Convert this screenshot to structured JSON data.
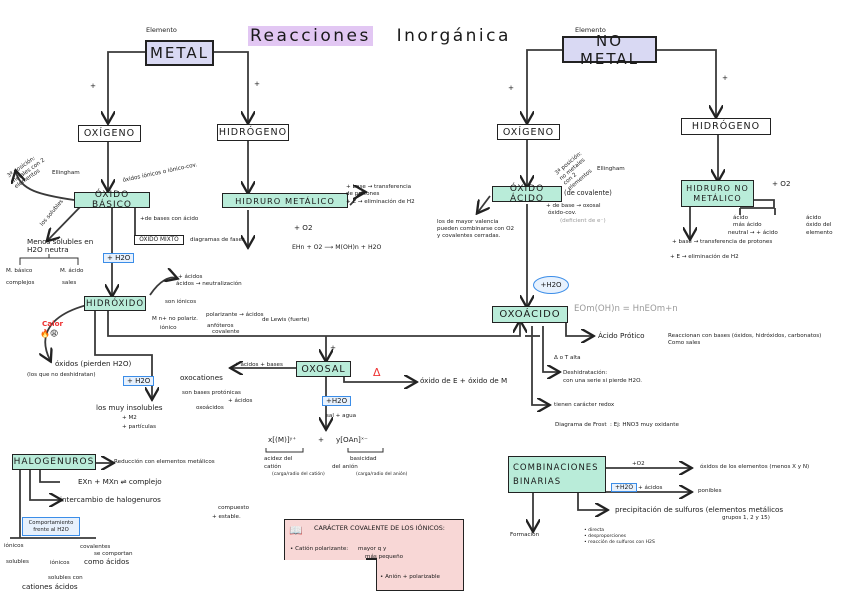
{
  "title": {
    "part1": "Reacciones",
    "part2": "Inorgánica"
  },
  "metal": {
    "caption": "Elemento",
    "label": "METAL",
    "plus_left": "+",
    "plus_right": "+",
    "oxigeno": "OXÍGENO",
    "hidrogeno": "HIDRÓGENO",
    "oxido_basico": {
      "label": "ÓXIDO BÁSICO",
      "note_top": "óxidos iónicos o iónico-cov.",
      "note_left_rotated": "3ª posición: metales con 2 elementos",
      "note_left_arrow": "Ellingham",
      "note_soluble_rot": "los solubles",
      "soluble": [
        "Menos solubles en",
        "H2O neutra"
      ],
      "sub_left": [
        "M. básico",
        "complejos"
      ],
      "sub_right": [
        "M. ácido",
        "sales"
      ],
      "note_mixto": "+de bases con ácido",
      "oxido_mixto": "ÓXIDO MIXTO",
      "mixto_note": "diagramas de fases"
    },
    "plus_h2o_1": "+ H2O",
    "hidroxido": {
      "label": "HIDRÓXIDO",
      "note1": "+ ácidos",
      "note1b": "ácidos → neutralización",
      "note2": "son iónicos",
      "note3": "M n+ no polariz.",
      "note3b": "iónico",
      "note4": "polarizante → ácidos",
      "note4b": "de Lewis (fuerte)",
      "note5": "anfóteros",
      "note5b": "covalente"
    },
    "calor": "Calor",
    "calor_icons": "🔥😩",
    "oxidos_water": "óxidos (pierden H2O)",
    "oxidos_water_note": "(los que no deshidratan)",
    "plus_h2o_2": "+ H2O",
    "insolubles": "los muy insolubles",
    "insolubles_sub": [
      "+ M2",
      "+ partículas"
    ],
    "hidruro_metalico": {
      "label": "HIDRURO METÁLICO",
      "note1": "+ base → transferencia de protones",
      "note2": "+ E → eliminación de H2",
      "plus_o2": "+ O2",
      "reaction": "EHn + O2 ⟶ M(OH)n + H2O"
    }
  },
  "no_metal": {
    "caption": "Elemento",
    "label": "NO METAL",
    "plus_left": "+",
    "plus_right": "+",
    "oxigeno": "OXÍGENO",
    "hidrogeno": "HIDRÓGENO",
    "oxido_acido": {
      "label": "ÓXIDO ÁCIDO",
      "suffix": "(de covalente)",
      "note_rot": "3ª posición: no metales con 2 elementos",
      "ellingham": "Ellingham",
      "left_note": [
        "los de mayor valencia",
        "pueden combinarse con O2",
        "y covalentes cerradas."
      ],
      "right_note": "+ de base → oxosal",
      "right_note_b": "óxido-cov.",
      "right_note_c": "(deficient de e⁻)",
      "oxosal": "oxosal"
    },
    "hidruro_no_metalico": {
      "label": "HIDRURO NO METÁLICO",
      "plus_o2": "+ O2",
      "branch_left": [
        "ácido",
        "más ácido",
        "neutral → + ácido"
      ],
      "branch_right": [
        "ácido",
        "óxido del",
        "elemento"
      ],
      "note1": "+ base → transferencia de protones",
      "note2": "+ E → eliminación de H2"
    },
    "plus_h2o": "+H2O",
    "oxoacido": {
      "label": "OXOÁCIDO",
      "formula": "EOm(OH)n = HnEOm+n",
      "acid_label": "Ácido Prótico",
      "acid_text": "Reaccionan con bases (óxidos, hidróxidos, carbonatos)",
      "acid_text2": "Como sales",
      "step1": "Δ o T alta",
      "step2": "Deshidratación:",
      "step2b": "con una serie si pierde H2O.",
      "step3": "tienen carácter redox",
      "step4": "Diagrama de Frost",
      "step4b": ": Ej: HNO3 muy oxidante"
    }
  },
  "oxosal": {
    "label": "OXOSAL",
    "plus": "+",
    "left_arrow": "+ ácidos + bases",
    "left_items": [
      "oxocationes",
      "son bases protónicas",
      "+ ácidos",
      "oxoácidos"
    ],
    "delta": "Δ",
    "right_result": "óxido de E + óxido de M",
    "plus_h2o": "+H2O",
    "h2o_note": "sal + agua",
    "prod1": "x[(M)]ʸ⁺",
    "plus_mid": "+",
    "prod2": "y[OAn]ˣ⁻",
    "prod1_label": [
      "acidez del",
      "catión"
    ],
    "prod1_sub": "(carga/radio del catión)",
    "prod2_label": [
      "basicidad",
      "del anión"
    ],
    "prod2_sub": "(carga/radio del anión)"
  },
  "halogenuros": {
    "label": "HALOGENUROS",
    "arrow1": "Reducción con elementos metálicos",
    "arrow2": "EXn + MXn ⇌ complejo",
    "arrow3": "intercambio de halogenuros",
    "arrow3_result": [
      "compuesto",
      "+ estable."
    ],
    "tag": [
      "Comportamiento",
      "frente al H2O"
    ],
    "branch": [
      "iónicos",
      "covalentes"
    ],
    "branch_left_sub": "solubles",
    "branch_mid": [
      "iónicos",
      "solubles con",
      "cationes ácidos"
    ],
    "branch_right_sub": [
      "se comportan",
      "como ácidos"
    ]
  },
  "caracter": {
    "icon": "book-icon",
    "title": "CARÁCTER COVALENTE DE LOS IÓNICOS:",
    "item1": "• Catión polarizante:",
    "item1b": "mayor q y",
    "item1c": "más pequeño",
    "item2": "• Anión + polarizable"
  },
  "binarias": {
    "label": "COMBINACIONES BINARIAS",
    "arrow1_label": "+O2",
    "arrow1_result": "óxidos de los elementos (menos X y N)",
    "tag": "+H2O",
    "arrow2_label": "+ ácidos",
    "arrow2_result": "ponibles",
    "arrow3": "precipitación de sulfuros (elementos metálicos",
    "arrow3b": "grupos 1, 2 y 15)",
    "formacion": "Formación",
    "formacion_items": [
      "• directa",
      "• desproporciones",
      "• reacción de sulfuros con H2S"
    ]
  },
  "colors": {
    "lavender": "#d9d9f3",
    "mint": "#b9ecd9",
    "blue": "#3b8de8",
    "pink": "#f8d7d6",
    "highlight": "#e2c7f3",
    "red": "#e33333"
  }
}
